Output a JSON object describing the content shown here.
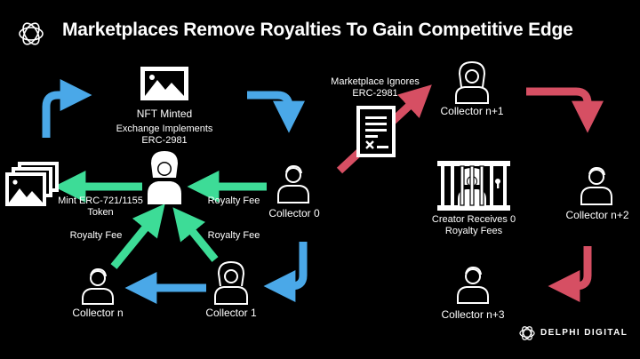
{
  "title": "Marketplaces Remove Royalties To Gain Competitive Edge",
  "nft_minted": {
    "title": "NFT Minted",
    "subtitle_line1": "Exchange Implements",
    "subtitle_line2": "ERC-2981"
  },
  "token_label_line1": "Mint ERC-721/1155",
  "token_label_line2": "Token",
  "royalty_fee_labels": [
    "Royalty Fee",
    "Royalty Fee",
    "Royalty Fee"
  ],
  "collectors": {
    "c0": "Collector 0",
    "c1": "Collector 1",
    "cn": "Collector n",
    "cn1": "Collector n+1",
    "cn2": "Collector n+2",
    "cn3": "Collector n+3"
  },
  "marketplace_ignores_line1": "Marketplace Ignores",
  "marketplace_ignores_line2": "ERC-2981",
  "creator_line1": "Creator Receives 0",
  "creator_line2": "Royalty Fees",
  "brand": "DELPHI DIGITAL",
  "colors": {
    "blue": "#4aa8e8",
    "green": "#3ddc97",
    "red": "#d64f63",
    "background": "#000000",
    "text": "#ffffff"
  }
}
